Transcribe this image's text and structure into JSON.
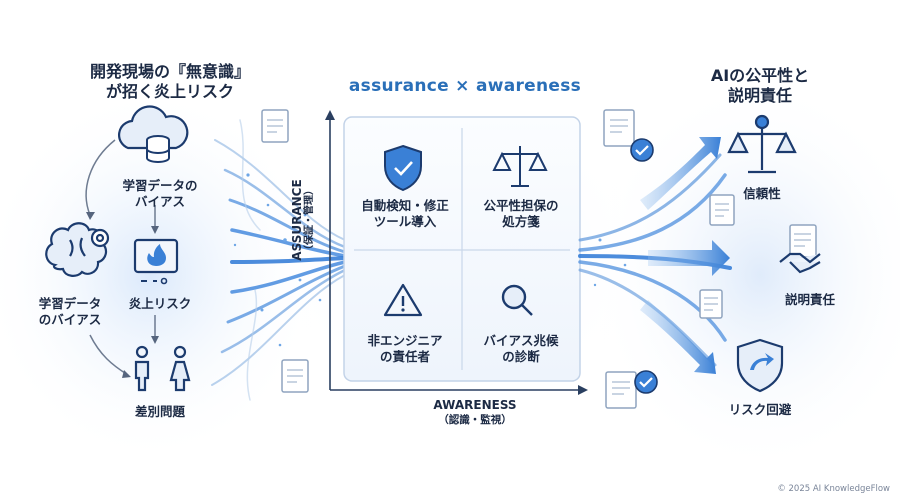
{
  "left": {
    "title_line1": "開発現場の『無意識』",
    "title_line2": "が招く炎上リスク",
    "items": [
      {
        "label_line1": "学習データの",
        "label_line2": "バイアス"
      },
      {
        "label_line1": "学習データ",
        "label_line2": "のバイアス"
      },
      {
        "label_line1": "炎上リスク",
        "label_line2": ""
      },
      {
        "label_line1": "差別問題",
        "label_line2": ""
      }
    ]
  },
  "center": {
    "title": "assurance × awareness",
    "y_axis_line1": "ASSURANCE",
    "y_axis_line2": "（保証・管理）",
    "x_axis_line1": "AWARENESS",
    "x_axis_line2": "（認識・監視）",
    "cells": [
      {
        "line1": "自動検知・修正",
        "line2": "ツール導入"
      },
      {
        "line1": "公平性担保の",
        "line2": "処方箋"
      },
      {
        "line1": "非エンジニア",
        "line2": "の責任者"
      },
      {
        "line1": "バイアス兆候",
        "line2": "の診断"
      }
    ]
  },
  "right": {
    "title_line1": "AIの公平性と",
    "title_line2": "説明責任",
    "items": [
      {
        "label": "信頼性"
      },
      {
        "label": "説明責任"
      },
      {
        "label": "リスク回避"
      }
    ]
  },
  "footer": {
    "copyright": "© 2025 AI KnowledgeFlow"
  },
  "colors": {
    "accent": "#2a6fb8",
    "navy": "#1c3b6e",
    "light": "#cfe0f5"
  }
}
